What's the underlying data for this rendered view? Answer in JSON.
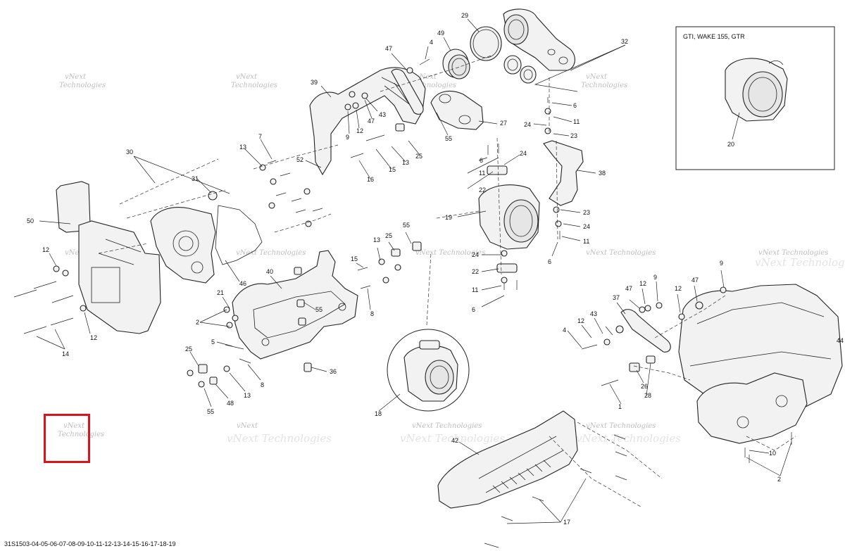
{
  "diagram": {
    "drawing_code": "31S1503-04-05-06-07-08-09-10-11-12-13-14-15-16-17-18-19",
    "inset_title": "GTI, WAKE 155, GTR",
    "watermark": {
      "line1": "vNext",
      "line2": "Technologies",
      "full": "vNext Technologies"
    },
    "highlight_color": "#d9141b",
    "callouts": {
      "c29": "29",
      "c49": "49",
      "c4a": "4",
      "c47a": "47",
      "c32": "32",
      "c6a": "6",
      "c11a": "11",
      "c24a": "24",
      "c23a": "23",
      "c39": "39",
      "c43": "43",
      "c9a": "9",
      "c12a": "12",
      "c47b": "47",
      "c55a": "55",
      "c27": "27",
      "c7": "7",
      "c13a": "13",
      "c30": "30",
      "c52": "52",
      "c25a": "25",
      "c13b": "13",
      "c15a": "15",
      "c16": "16",
      "c6b": "6",
      "c24b": "24",
      "c11b": "11",
      "c22a": "22",
      "c38": "38",
      "c31": "31",
      "c50": "50",
      "c19": "19",
      "c23b": "23",
      "c24c": "24",
      "c11c": "11",
      "c6c": "6",
      "c12b": "12",
      "c46": "46",
      "c55b": "55",
      "c13c": "13",
      "c25b": "25",
      "c24d": "24",
      "c22b": "22",
      "c11d": "11",
      "c6d": "6",
      "c15b": "15",
      "c40": "40",
      "c21": "21",
      "c2a": "2",
      "c55c": "55",
      "c8a": "8",
      "c14": "14",
      "c12c": "12",
      "c5": "5",
      "c25c": "25",
      "c8b": "8",
      "c13d": "13",
      "c36": "36",
      "c48": "48",
      "c55d": "55",
      "c18": "18",
      "c20": "20",
      "c9b": "9",
      "c47c": "47",
      "c12d": "12",
      "c12e": "12",
      "c37": "37",
      "c47d": "47",
      "c9c": "9",
      "c4b": "4",
      "c12f": "12",
      "c43b": "43",
      "c26": "26",
      "c28": "28",
      "c1": "1",
      "c44": "44",
      "c42": "42",
      "c10": "10",
      "c2b": "2",
      "c17": "17"
    }
  }
}
